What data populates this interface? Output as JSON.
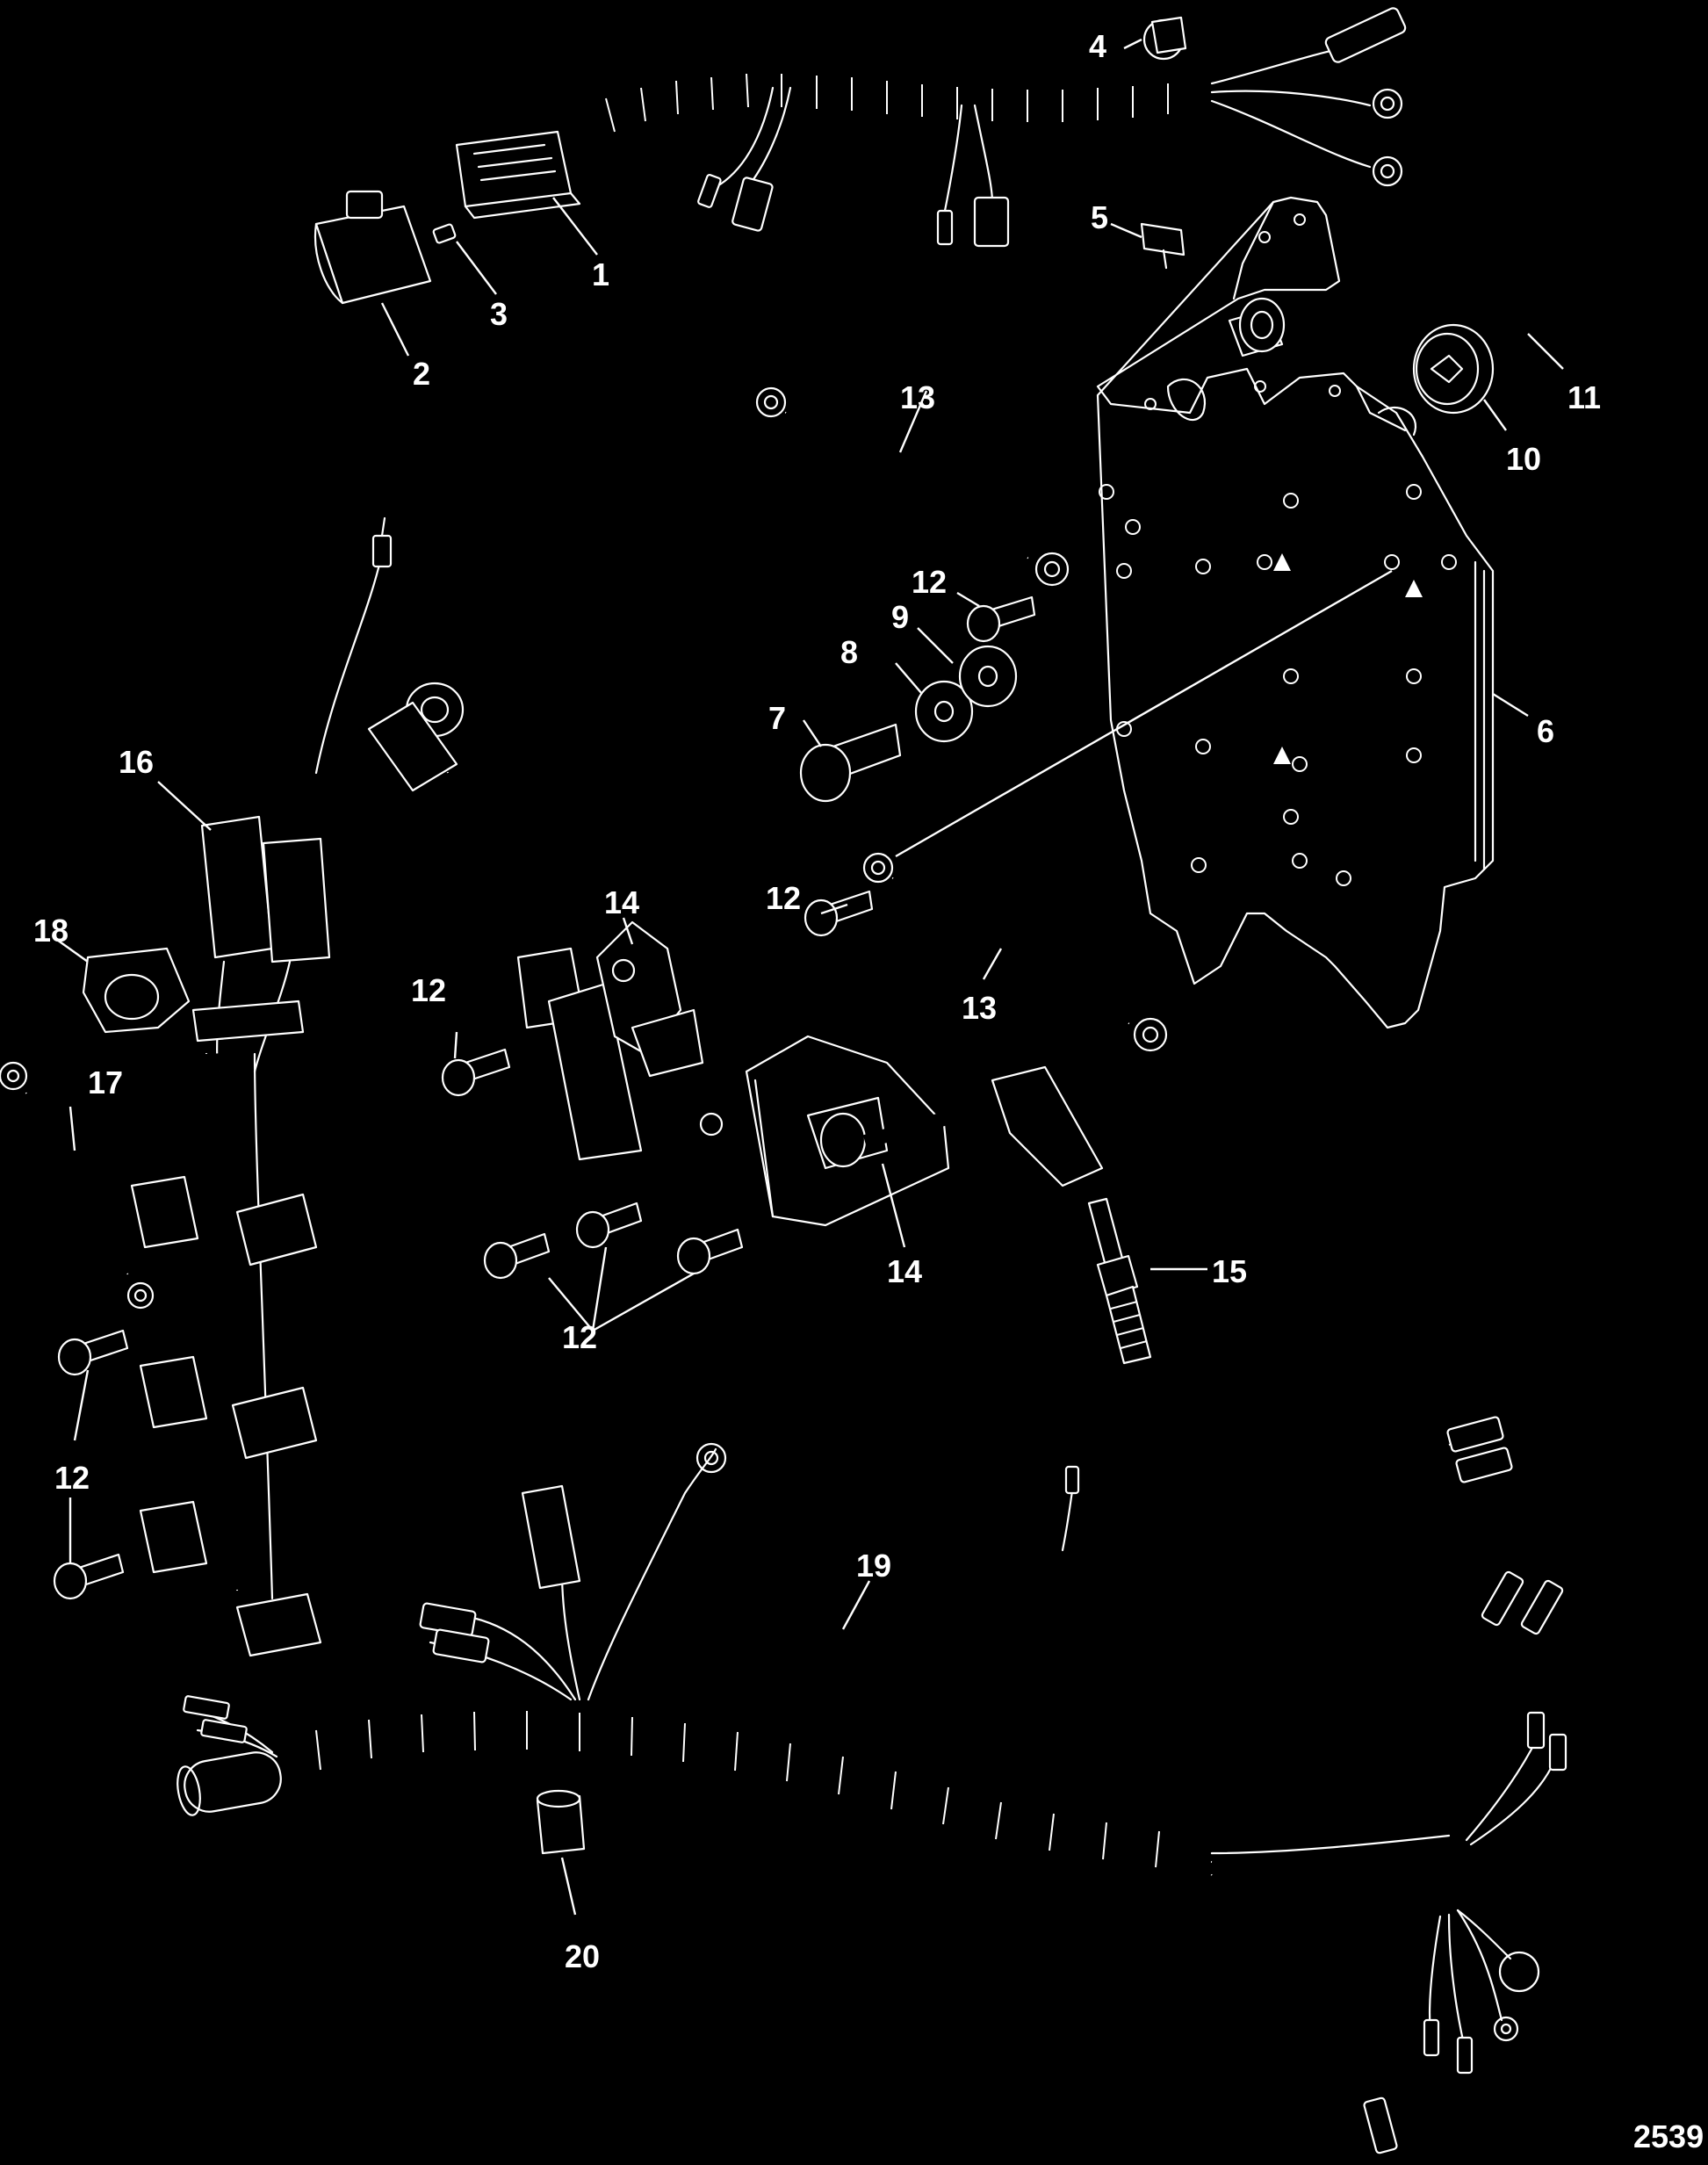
{
  "figure_number": "2539",
  "callouts": [
    {
      "id": "c1",
      "text": "1"
    },
    {
      "id": "c2",
      "text": "2"
    },
    {
      "id": "c3",
      "text": "3"
    },
    {
      "id": "c4",
      "text": "4"
    },
    {
      "id": "c5",
      "text": "5"
    },
    {
      "id": "c6",
      "text": "6"
    },
    {
      "id": "c7",
      "text": "7"
    },
    {
      "id": "c8",
      "text": "8"
    },
    {
      "id": "c9",
      "text": "9"
    },
    {
      "id": "c10",
      "text": "10"
    },
    {
      "id": "c11",
      "text": "11"
    },
    {
      "id": "c12a",
      "text": "12"
    },
    {
      "id": "c12b",
      "text": "12"
    },
    {
      "id": "c12c",
      "text": "12"
    },
    {
      "id": "c12d",
      "text": "12"
    },
    {
      "id": "c12e",
      "text": "12"
    },
    {
      "id": "c13a",
      "text": "13"
    },
    {
      "id": "c13b",
      "text": "13"
    },
    {
      "id": "c14a",
      "text": "14"
    },
    {
      "id": "c14b",
      "text": "14"
    },
    {
      "id": "c15",
      "text": "15"
    },
    {
      "id": "c16",
      "text": "16"
    },
    {
      "id": "c17",
      "text": "17"
    },
    {
      "id": "c18",
      "text": "18"
    },
    {
      "id": "c19",
      "text": "19"
    },
    {
      "id": "c20",
      "text": "20"
    }
  ]
}
